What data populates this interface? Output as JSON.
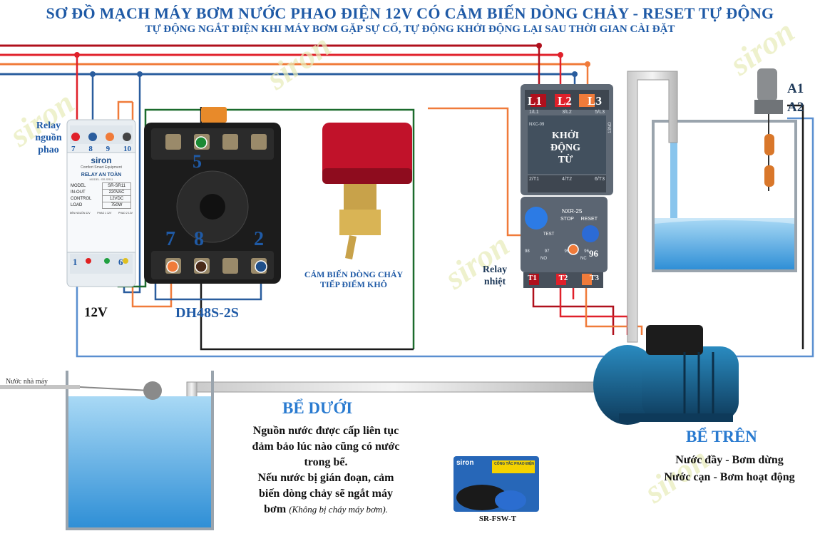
{
  "header": {
    "title": "SƠ ĐỒ MẠCH MÁY BƠM NƯỚC PHAO ĐIỆN 12V CÓ CẢM BIẾN DÒNG CHẢY - RESET TỰ ĐỘNG",
    "subtitle": "TỰ ĐỘNG NGẮT ĐIỆN KHI MÁY BƠM GẶP SỰ CỐ, TỰ ĐỘNG KHỞI ĐỘNG LẠI SAU THỜI GIAN CÀI ĐẶT"
  },
  "watermark": "siron",
  "relay_power": {
    "label_lines": [
      "Relay",
      "nguồn",
      "phao"
    ],
    "terminals_top": [
      "7",
      "8",
      "9",
      "10"
    ],
    "brand": "siron",
    "brand_sub": "Comfort Smart Equipment",
    "name": "RELAY AN TOÀN",
    "model_sub": "MODEL: SR-SR11",
    "specs": [
      {
        "k": "MODEL",
        "v": "SR-SR11"
      },
      {
        "k": "IN-OUT",
        "v": "220VAC"
      },
      {
        "k": "CONTROL",
        "v": "12VDC"
      },
      {
        "k": "LOAD",
        "v": "750W"
      }
    ],
    "bottom_labels": [
      "ĐÈN NGUỒN 12V",
      "PHAO 1 12V",
      "PHAO 2 12V"
    ],
    "terminals_bottom": [
      "1",
      "6"
    ],
    "voltage": "12V"
  },
  "timer": {
    "name": "DH48S-2S",
    "top_pin": "5",
    "bottom_pins": [
      "7",
      "8",
      "2"
    ]
  },
  "flow_sensor": {
    "label_lines": [
      "CẢM BIẾN DÒNG CHẢY",
      "TIẾP ĐIỂM KHÔ"
    ]
  },
  "contactor": {
    "lines": [
      "L1",
      "L2",
      "L3"
    ],
    "terminal_codes_top": [
      "1/L1",
      "3/L2",
      "5/L3"
    ],
    "model": "NXC-09",
    "label_lines": [
      "KHỞI",
      "ĐỘNG",
      "TỪ"
    ],
    "terminal_codes_bottom": [
      "2/T1",
      "4/T2",
      "6/T3"
    ],
    "aux": "13NO"
  },
  "thermal_relay": {
    "label_lines": [
      "Relay",
      "nhiệt"
    ],
    "model": "NXR-25",
    "stop": "STOP",
    "reset": "RESET",
    "test": "TEST",
    "contact": "96",
    "aux_codes": [
      "98",
      "97",
      "95",
      "96"
    ],
    "nc": "NC",
    "no": "NO",
    "outputs": [
      "T1",
      "T2",
      "T3"
    ]
  },
  "float_switch": {
    "labels": [
      "A1",
      "A2"
    ]
  },
  "lower_tank": {
    "title": "BỂ DƯỚI",
    "inlet": "Nước nhà máy",
    "text_lines": [
      "Nguồn nước được cấp liên tục",
      "đảm bảo lúc nào cũng có nước",
      "trong bể.",
      "Nếu nước bị gián đoạn, cảm",
      "biến dòng chảy sẽ ngắt máy"
    ],
    "last_line": "bơm",
    "last_note": "(Không bị cháy máy bơm)."
  },
  "upper_tank": {
    "title": "BỂ TRÊN",
    "lines": [
      "Nước đầy - Bơm dừng",
      "Nước cạn - Bơm hoạt động"
    ]
  },
  "product": {
    "brand": "siron",
    "box_label": "CÔNG TẮC PHAO ĐIỆN",
    "code": "SR-FSW-T"
  },
  "colors": {
    "title": "#1f5aa6",
    "wire_red_dark": "#b0101c",
    "wire_red": "#e0202a",
    "wire_orange": "#f07b3a",
    "wire_blue": "#2a5d9e",
    "wire_green": "#1b6b2c",
    "wire_black": "#1a1a1a",
    "water": "#8cc8ee"
  }
}
